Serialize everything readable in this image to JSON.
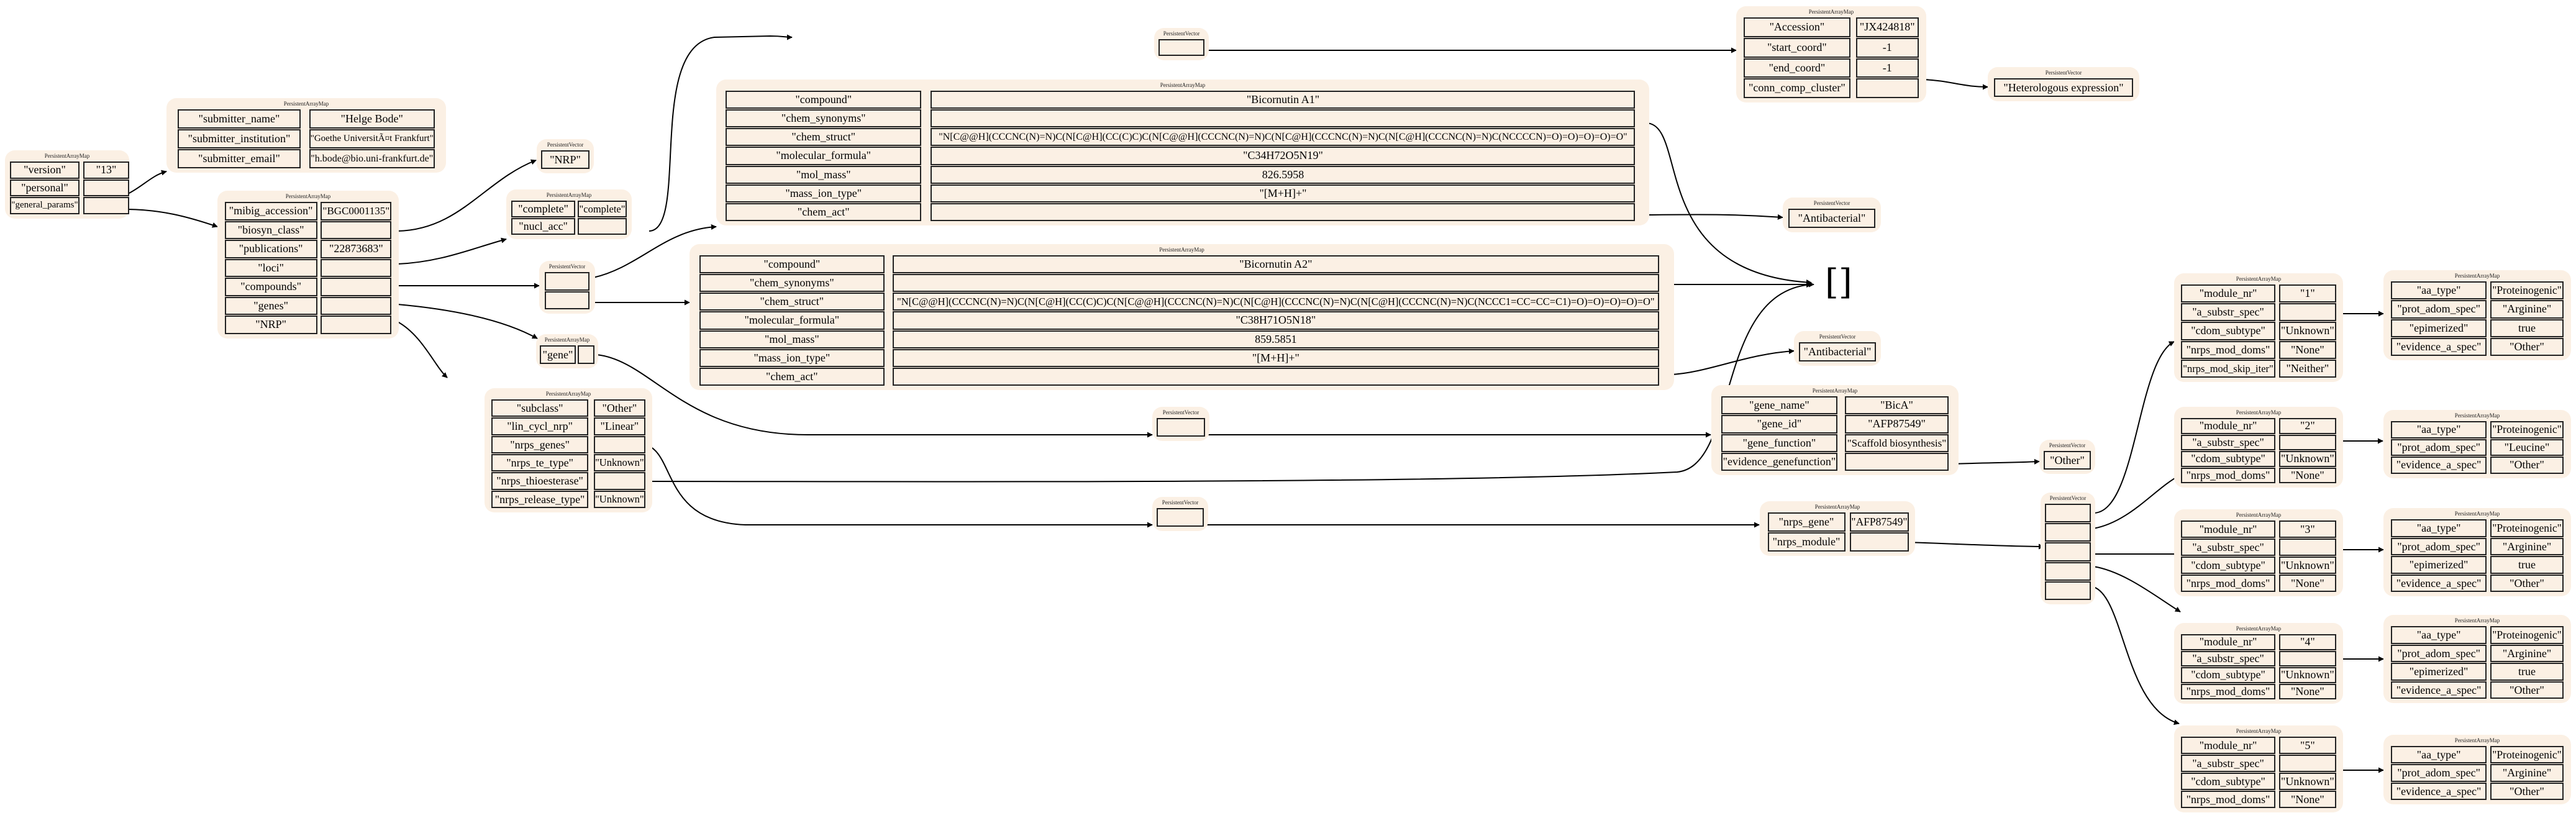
{
  "node_type_map": "PersistentArrayMap",
  "node_type_vector": "PersistentVector",
  "empty_vector": "[]",
  "root": {
    "version_key": "\"version\"",
    "version_val": "\"13\"",
    "personal_key": "\"personal\"",
    "general_params_key": "\"general_params\""
  },
  "personal": {
    "submitter_name_key": "\"submitter_name\"",
    "submitter_name_val": "\"Helge Bode\"",
    "submitter_institution_key": "\"submitter_institution\"",
    "submitter_institution_val": "\"Goethe UniversitÃ¤t Frankfurt\"",
    "submitter_email_key": "\"submitter_email\"",
    "submitter_email_val": "\"h.bode@bio.uni-frankfurt.de\""
  },
  "general": {
    "mibig_accession_key": "\"mibig_accession\"",
    "mibig_accession_val": "\"BGC0001135\"",
    "biosyn_class_key": "\"biosyn_class\"",
    "publications_key": "\"publications\"",
    "publications_val": "\"22873683\"",
    "loci_key": "\"loci\"",
    "compounds_key": "\"compounds\"",
    "genes_key": "\"genes\"",
    "nrp_key": "\"NRP\""
  },
  "biosyn_class_vec": {
    "item0": "\"NRP\""
  },
  "loci": {
    "complete_key": "\"complete\"",
    "complete_val": "\"complete\"",
    "nucl_acc_key": "\"nucl_acc\""
  },
  "accession_map": {
    "accession_key": "\"Accession\"",
    "accession_val": "\"JX424818\"",
    "start_coord_key": "\"start_coord\"",
    "start_coord_val": "-1",
    "end_coord_key": "\"end_coord\"",
    "end_coord_val": "-1",
    "conn_comp_cluster_key": "\"conn_comp_cluster\""
  },
  "conn_comp_vec": {
    "item0": "\"Heterologous expression\""
  },
  "compound_a1": {
    "compound_key": "\"compound\"",
    "compound_val": "\"Bicornutin A1\"",
    "chem_synonyms_key": "\"chem_synonyms\"",
    "chem_struct_key": "\"chem_struct\"",
    "chem_struct_val": "\"N[C@@H](CCCNC(N)=N)C(N[C@H](CC(C)C)C(N[C@@H](CCCNC(N)=N)C(N[C@H](CCCNC(N)=N)C(N[C@H](CCCNC(N)=N)C(NCCCCN)=O)=O)=O)=O)=O\"",
    "molecular_formula_key": "\"molecular_formula\"",
    "molecular_formula_val": "\"C34H72O5N19\"",
    "mol_mass_key": "\"mol_mass\"",
    "mol_mass_val": "826.5958",
    "mass_ion_type_key": "\"mass_ion_type\"",
    "mass_ion_type_val": "\"[M+H]+\"",
    "chem_act_key": "\"chem_act\""
  },
  "compound_a2": {
    "compound_key": "\"compound\"",
    "compound_val": "\"Bicornutin A2\"",
    "chem_synonyms_key": "\"chem_synonyms\"",
    "chem_struct_key": "\"chem_struct\"",
    "chem_struct_val": "\"N[C@@H](CCCNC(N)=N)C(N[C@H](CC(C)C)C(N[C@@H](CCCNC(N)=N)C(N[C@H](CCCNC(N)=N)C(N[C@H](CCCNC(N)=N)C(NCCC1=CC=CC=C1)=O)=O)=O)=O)=O\"",
    "molecular_formula_key": "\"molecular_formula\"",
    "molecular_formula_val": "\"C38H71O5N18\"",
    "mol_mass_key": "\"mol_mass\"",
    "mol_mass_val": "859.5851",
    "mass_ion_type_key": "\"mass_ion_type\"",
    "mass_ion_type_val": "\"[M+H]+\"",
    "chem_act_key": "\"chem_act\""
  },
  "chem_act_vec_1": {
    "item0": "\"Antibacterial\""
  },
  "chem_act_vec_2": {
    "item0": "\"Antibacterial\""
  },
  "genes_map": {
    "gene_key": "\"gene\""
  },
  "gene_map": {
    "gene_name_key": "\"gene_name\"",
    "gene_name_val": "\"BicA\"",
    "gene_id_key": "\"gene_id\"",
    "gene_id_val": "\"AFP87549\"",
    "gene_function_key": "\"gene_function\"",
    "gene_function_val": "\"Scaffold biosynthesis\"",
    "evidence_genefunction_key": "\"evidence_genefunction\""
  },
  "evidence_vec": {
    "item0": "\"Other\""
  },
  "nrp": {
    "subclass_key": "\"subclass\"",
    "subclass_val": "\"Other\"",
    "lin_cycl_nrp_key": "\"lin_cycl_nrp\"",
    "lin_cycl_nrp_val": "\"Linear\"",
    "nrps_genes_key": "\"nrps_genes\"",
    "nrps_te_type_key": "\"nrps_te_type\"",
    "nrps_te_type_val": "\"Unknown\"",
    "nrps_thioesterase_key": "\"nrps_thioesterase\"",
    "nrps_release_type_key": "\"nrps_release_type\"",
    "nrps_release_type_val": "\"Unknown\""
  },
  "nrps_gene_map": {
    "nrps_gene_key": "\"nrps_gene\"",
    "nrps_gene_val": "\"AFP87549\"",
    "nrps_module_key": "\"nrps_module\""
  },
  "modules": [
    {
      "module_nr_key": "\"module_nr\"",
      "module_nr_val": "\"1\"",
      "a_substr_spec_key": "\"a_substr_spec\"",
      "cdom_subtype_key": "\"cdom_subtype\"",
      "cdom_subtype_val": "\"Unknown\"",
      "nrps_mod_doms_key": "\"nrps_mod_doms\"",
      "nrps_mod_doms_val": "\"None\"",
      "nrps_mod_skip_iter_key": "\"nrps_mod_skip_iter\"",
      "nrps_mod_skip_iter_val": "\"Neither\""
    },
    {
      "module_nr_key": "\"module_nr\"",
      "module_nr_val": "\"2\"",
      "a_substr_spec_key": "\"a_substr_spec\"",
      "cdom_subtype_key": "\"cdom_subtype\"",
      "cdom_subtype_val": "\"Unknown\"",
      "nrps_mod_doms_key": "\"nrps_mod_doms\"",
      "nrps_mod_doms_val": "\"None\""
    },
    {
      "module_nr_key": "\"module_nr\"",
      "module_nr_val": "\"3\"",
      "a_substr_spec_key": "\"a_substr_spec\"",
      "cdom_subtype_key": "\"cdom_subtype\"",
      "cdom_subtype_val": "\"Unknown\"",
      "nrps_mod_doms_key": "\"nrps_mod_doms\"",
      "nrps_mod_doms_val": "\"None\""
    },
    {
      "module_nr_key": "\"module_nr\"",
      "module_nr_val": "\"4\"",
      "a_substr_spec_key": "\"a_substr_spec\"",
      "cdom_subtype_key": "\"cdom_subtype\"",
      "cdom_subtype_val": "\"Unknown\"",
      "nrps_mod_doms_key": "\"nrps_mod_doms\"",
      "nrps_mod_doms_val": "\"None\""
    },
    {
      "module_nr_key": "\"module_nr\"",
      "module_nr_val": "\"5\"",
      "a_substr_spec_key": "\"a_substr_spec\"",
      "cdom_subtype_key": "\"cdom_subtype\"",
      "cdom_subtype_val": "\"Unknown\"",
      "nrps_mod_doms_key": "\"nrps_mod_doms\"",
      "nrps_mod_doms_val": "\"None\""
    }
  ],
  "specs": [
    {
      "aa_type_key": "\"aa_type\"",
      "aa_type_val": "\"Proteinogenic\"",
      "prot_adom_spec_key": "\"prot_adom_spec\"",
      "prot_adom_spec_val": "\"Arginine\"",
      "epimerized_key": "\"epimerized\"",
      "epimerized_val": "true",
      "evidence_a_spec_key": "\"evidence_a_spec\"",
      "evidence_a_spec_val": "\"Other\""
    },
    {
      "aa_type_key": "\"aa_type\"",
      "aa_type_val": "\"Proteinogenic\"",
      "prot_adom_spec_key": "\"prot_adom_spec\"",
      "prot_adom_spec_val": "\"Leucine\"",
      "evidence_a_spec_key": "\"evidence_a_spec\"",
      "evidence_a_spec_val": "\"Other\""
    },
    {
      "aa_type_key": "\"aa_type\"",
      "aa_type_val": "\"Proteinogenic\"",
      "prot_adom_spec_key": "\"prot_adom_spec\"",
      "prot_adom_spec_val": "\"Arginine\"",
      "epimerized_key": "\"epimerized\"",
      "epimerized_val": "true",
      "evidence_a_spec_key": "\"evidence_a_spec\"",
      "evidence_a_spec_val": "\"Other\""
    },
    {
      "aa_type_key": "\"aa_type\"",
      "aa_type_val": "\"Proteinogenic\"",
      "prot_adom_spec_key": "\"prot_adom_spec\"",
      "prot_adom_spec_val": "\"Arginine\"",
      "epimerized_key": "\"epimerized\"",
      "epimerized_val": "true",
      "evidence_a_spec_key": "\"evidence_a_spec\"",
      "evidence_a_spec_val": "\"Other\""
    },
    {
      "aa_type_key": "\"aa_type\"",
      "aa_type_val": "\"Proteinogenic\"",
      "prot_adom_spec_key": "\"prot_adom_spec\"",
      "prot_adom_spec_val": "\"Arginine\"",
      "evidence_a_spec_key": "\"evidence_a_spec\"",
      "evidence_a_spec_val": "\"Other\""
    }
  ]
}
